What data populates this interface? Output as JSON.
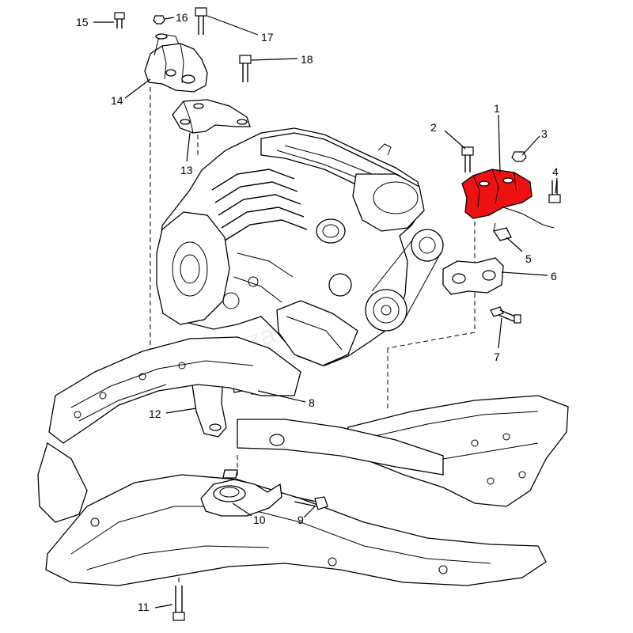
{
  "diagram": {
    "highlight_color": "#ee1111",
    "callouts": [
      {
        "label": "1"
      },
      {
        "label": "2"
      },
      {
        "label": "3"
      },
      {
        "label": "4"
      },
      {
        "label": "5"
      },
      {
        "label": "6"
      },
      {
        "label": "7"
      },
      {
        "label": "8"
      },
      {
        "label": "9"
      },
      {
        "label": "10"
      },
      {
        "label": "11"
      },
      {
        "label": "12"
      },
      {
        "label": "13"
      },
      {
        "label": "14"
      },
      {
        "label": "15"
      },
      {
        "label": "16"
      },
      {
        "label": "17"
      },
      {
        "label": "18"
      }
    ],
    "watermark": "zza"
  }
}
